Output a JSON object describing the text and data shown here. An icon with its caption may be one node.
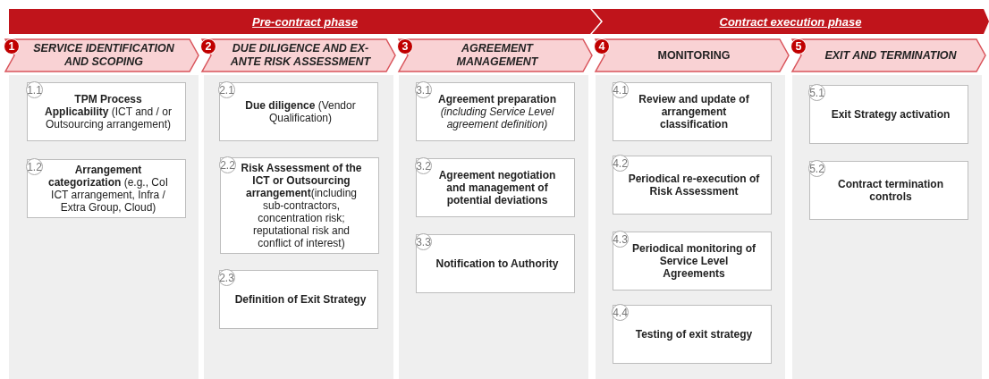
{
  "diagram": {
    "nodes": [
      {
        "text": [
          "Pre-contract phase"
        ]
      },
      {
        "text": [
          "Contract execution phase"
        ]
      },
      {
        "text": [
          "1",
          "SERVICE IDENTIFICATION AND SCOPING"
        ]
      },
      {
        "text": [
          "2",
          "DUE DILIGENCE AND EX-ANTE RISK ASSESSMENT"
        ]
      },
      {
        "text": [
          "3",
          "AGREEMENT MANAGEMENT"
        ]
      },
      {
        "text": [
          "4",
          "MONITORING"
        ]
      },
      {
        "text": [
          "5",
          "EXIT AND TERMINATION"
        ]
      },
      {
        "text": [
          "1.1",
          "**TPM Process Applicability** (ICT and / or Outsourcing arrangement)"
        ]
      },
      {
        "text": [
          "1.2",
          "**Arrangement categorization** (e.g., CoI ICT arrangement, Infra / Extra Group, Cloud)"
        ]
      },
      {
        "text": [
          "2.1",
          "**Due diligence** (Vendor Qualification)"
        ]
      },
      {
        "text": [
          "2.2",
          "**Risk Assessment of the ICT or Outsourcing arrangement**(including sub-contractors, concentration risk; reputational risk and conflict of interest)"
        ]
      },
      {
        "text": [
          "2.3",
          "Definition of Exit Strategy"
        ]
      },
      {
        "text": [
          "3.1",
          "**Agreement preparation** *(including Service Level agreement definition)*"
        ]
      },
      {
        "text": [
          "3.2",
          "Agreement negotiation and management of potential deviations"
        ]
      },
      {
        "text": [
          "3.3",
          "Notification to Authority"
        ]
      },
      {
        "text": [
          "4.1",
          "Review and update of arrangement classification"
        ]
      },
      {
        "text": [
          "4.2",
          "Periodical re-execution of Risk Assessment"
        ]
      },
      {
        "text": [
          "4.3",
          "Periodical monitoring of Service Level Agreements"
        ]
      },
      {
        "text": [
          "4.4",
          "Testing of exit strategy"
        ]
      },
      {
        "text": [
          "5.1",
          "Exit Strategy activation"
        ]
      },
      {
        "text": [
          "5.2",
          "Contract termination controls"
        ]
      }
    ]
  }
}
